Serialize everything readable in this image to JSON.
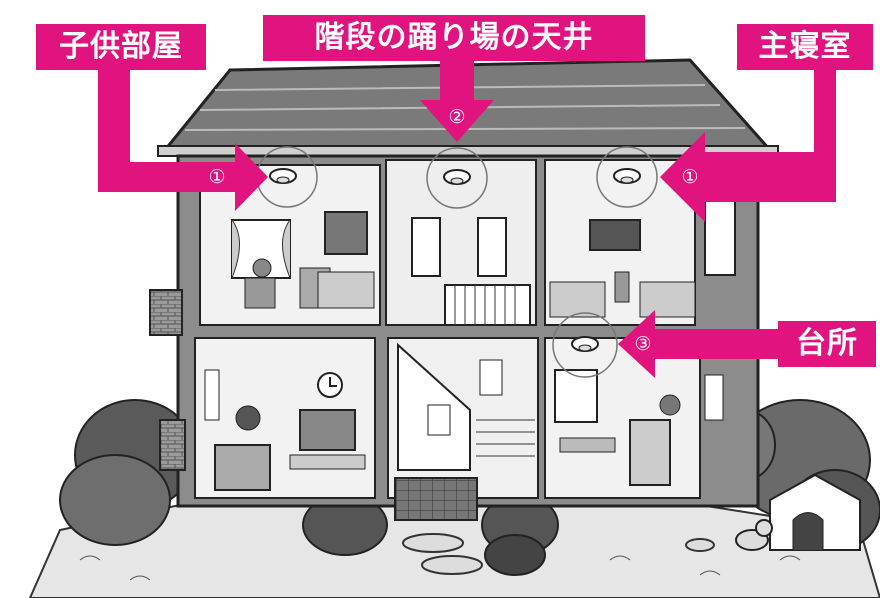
{
  "accent_color": "#e0137f",
  "labels": {
    "kids_room": "子供部屋",
    "landing_ceiling": "階段の踊り場の天井",
    "master_bedroom": "主寝室",
    "kitchen": "台所"
  },
  "markers": {
    "kids_room": "①",
    "landing": "②",
    "master_bedroom": "①",
    "kitchen": "③"
  },
  "icons": [
    "smoke-detector-icon",
    "clock-icon",
    "dog-icon",
    "doghouse-icon"
  ]
}
